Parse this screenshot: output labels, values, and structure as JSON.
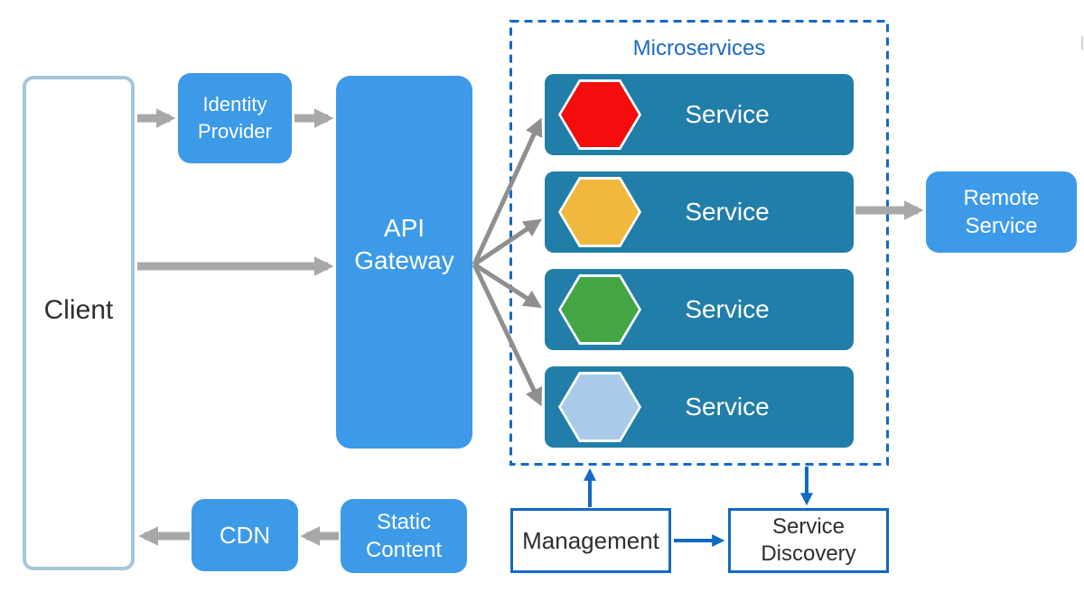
{
  "colors": {
    "box_blue": "#3d9ae8",
    "service_teal": "#217ea8",
    "accent_blue": "#1269c5",
    "title_blue": "#1a6ac6",
    "arrow_gray": "#a8a8a8",
    "fan_gray": "#8f8f8f",
    "client_border": "#a5c6dc",
    "dark_text": "#2e2e2e"
  },
  "nodes": {
    "client": {
      "label": "Client"
    },
    "identity_provider": {
      "line1": "Identity",
      "line2": "Provider"
    },
    "api_gateway": {
      "line1": "API",
      "line2": "Gateway"
    },
    "remote_service": {
      "line1": "Remote",
      "line2": "Service"
    },
    "cdn": {
      "label": "CDN"
    },
    "static_content": {
      "line1": "Static",
      "line2": "Content"
    },
    "management": {
      "label": "Management"
    },
    "service_discovery": {
      "line1": "Service",
      "line2": "Discovery"
    }
  },
  "microservices": {
    "title": "Microservices",
    "services": [
      {
        "label": "Service",
        "icon": "red-hexagon-icon",
        "color": "#f50c0c"
      },
      {
        "label": "Service",
        "icon": "yellow-hexagon-icon",
        "color": "#f0b83c"
      },
      {
        "label": "Service",
        "icon": "green-hexagon-icon",
        "color": "#44a544"
      },
      {
        "label": "Service",
        "icon": "lightblue-hexagon-icon",
        "color": "#a9cbe9"
      }
    ]
  }
}
